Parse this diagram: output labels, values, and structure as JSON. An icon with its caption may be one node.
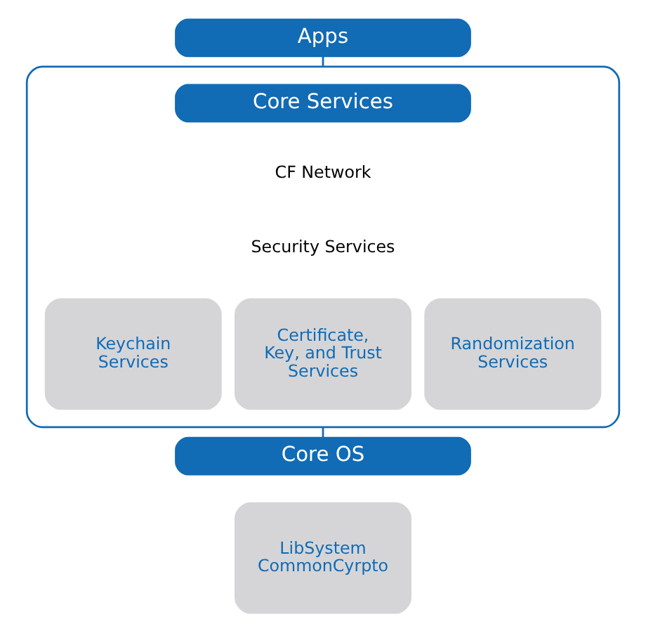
{
  "diagram": {
    "nodes": [
      {
        "text": [
          "Apps"
        ]
      },
      {
        "text": [],
        "shape": "box"
      },
      {
        "text": [
          "Core Services"
        ],
        "in": 1
      },
      {
        "text": [
          "Keychain Services"
        ],
        "in": 1
      },
      {
        "text": [
          "Certificate, Key, and Trust Services"
        ],
        "in": 1
      },
      {
        "text": [
          "Randomization Services"
        ],
        "in": 1
      },
      {
        "text": [
          "Core OS"
        ]
      },
      {
        "text": [
          "LibSystem CommonCyrpto"
        ]
      }
    ],
    "edges": [
      {
        "from": 0,
        "to": 1,
        "arrow": "none"
      },
      {
        "from": 1,
        "to": 6,
        "arrow": "none"
      }
    ],
    "labels": [
      "CF Network",
      "Security Services"
    ]
  }
}
